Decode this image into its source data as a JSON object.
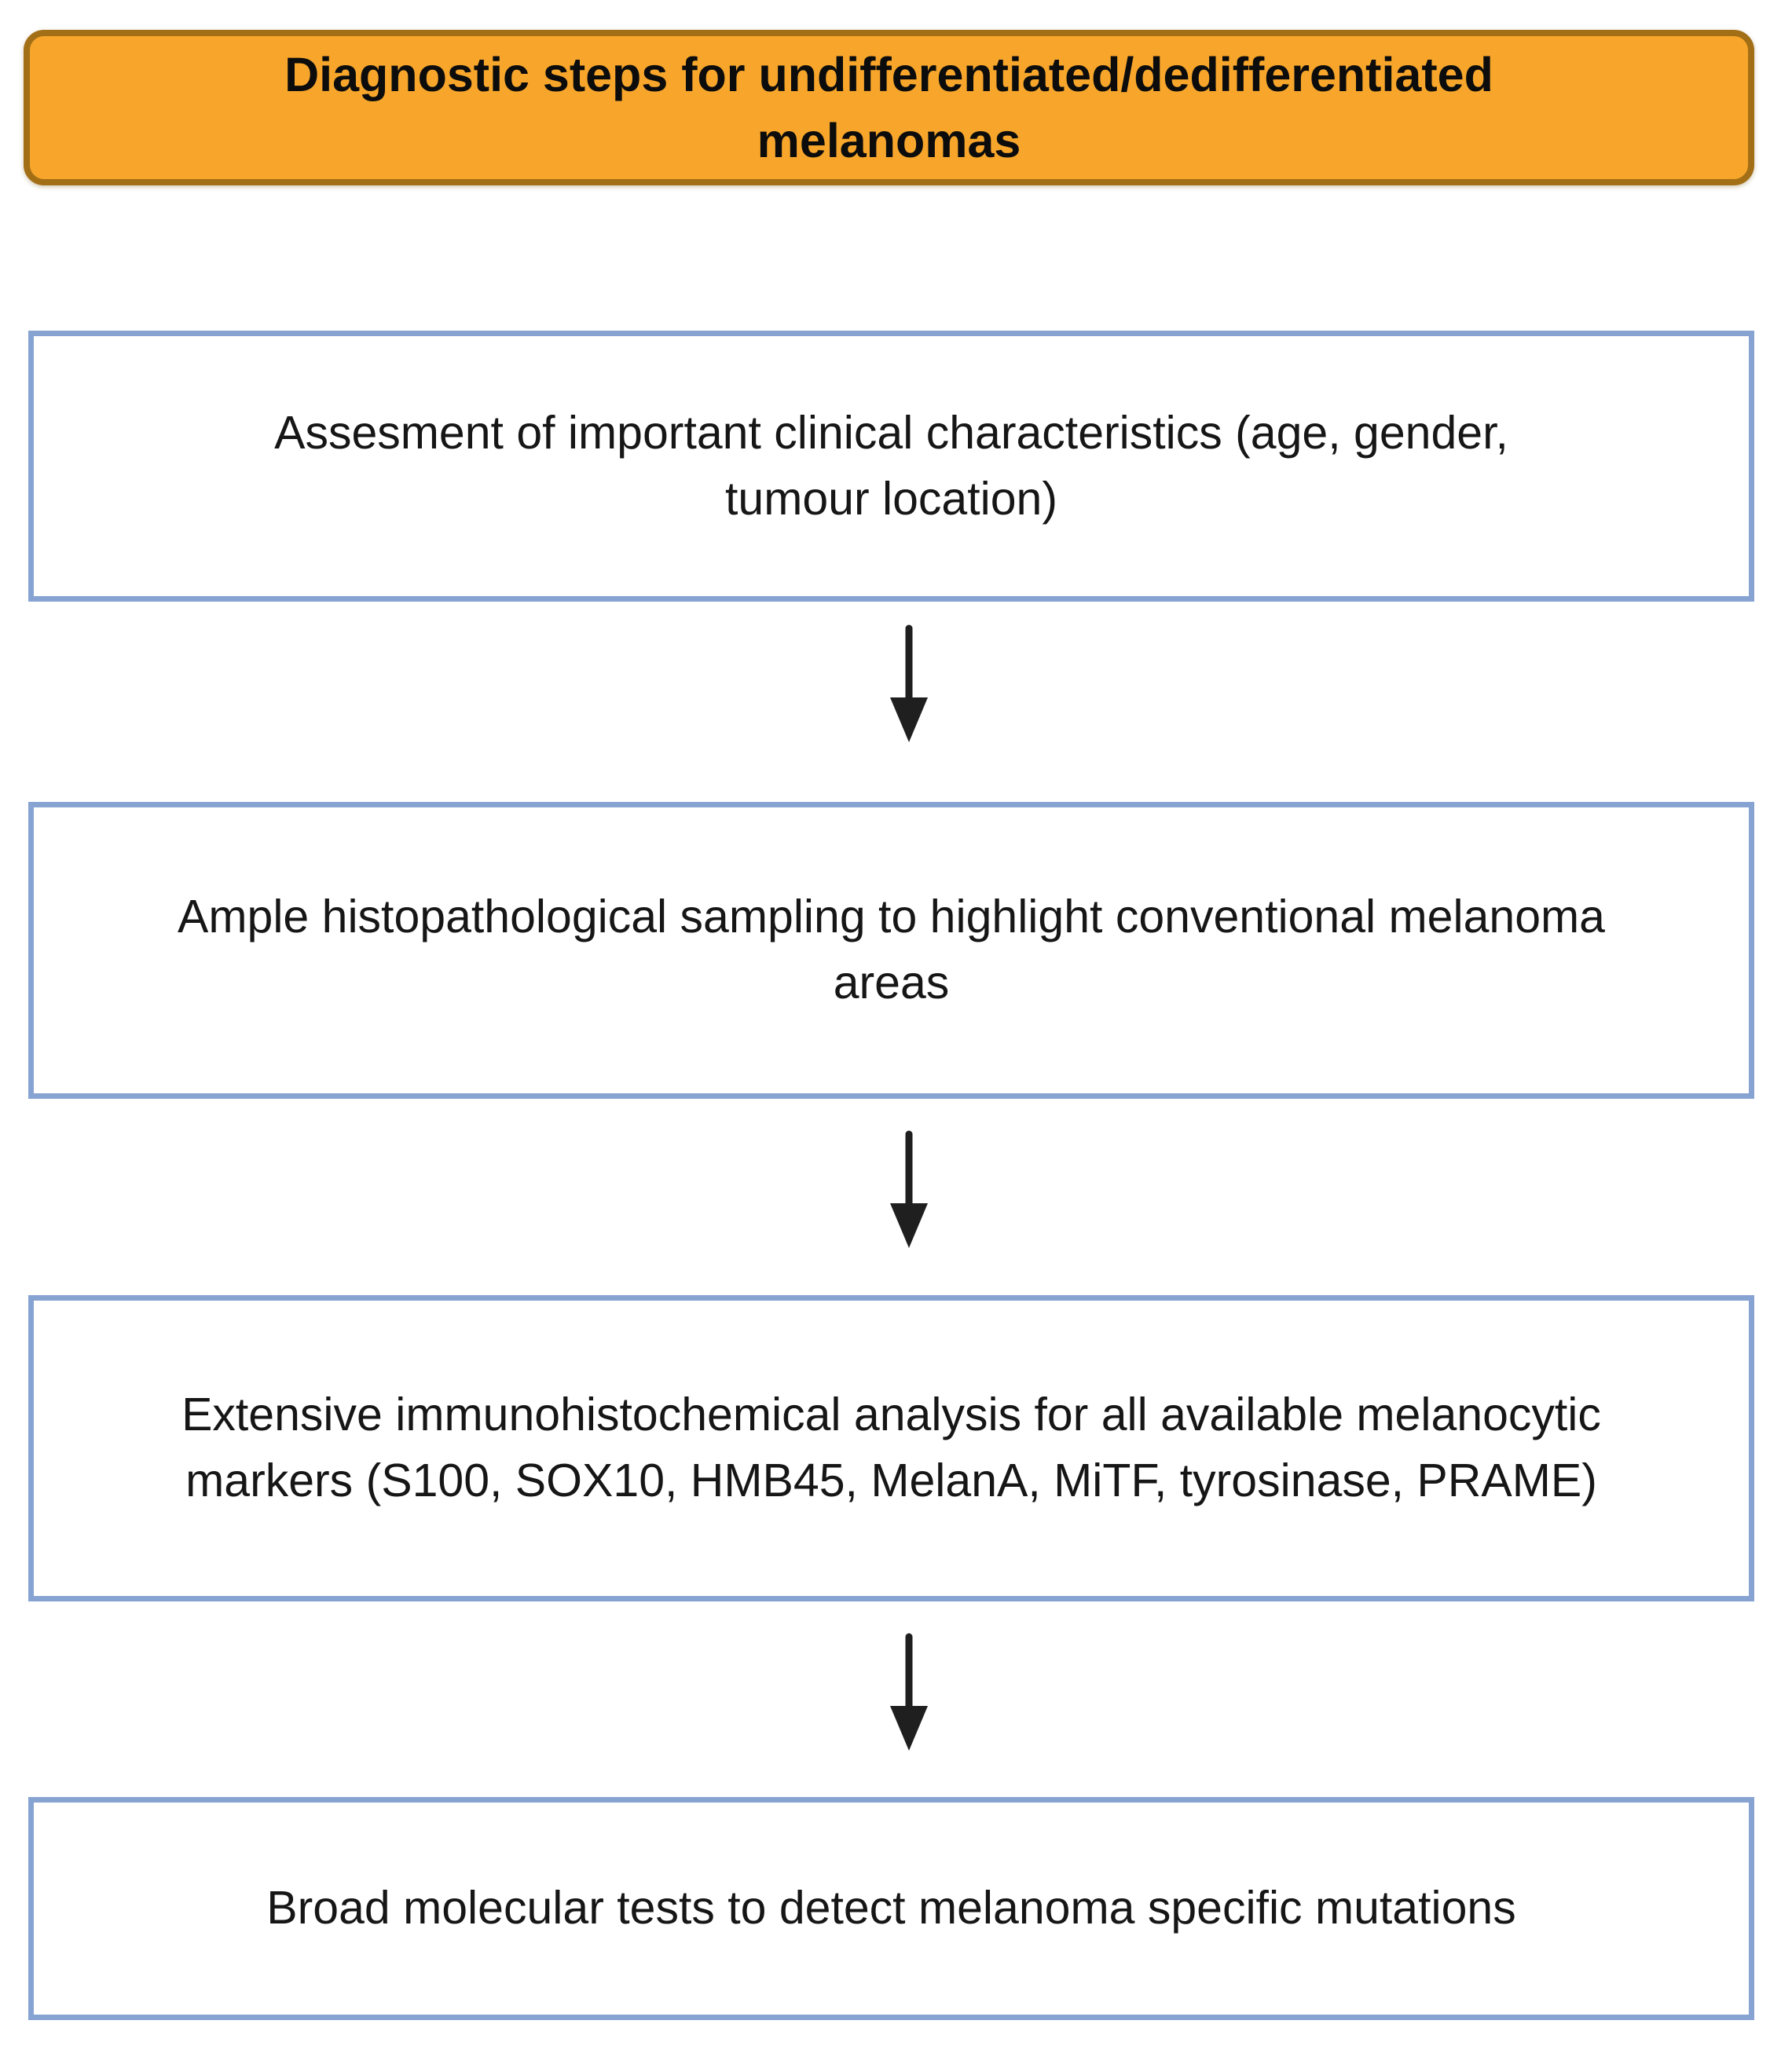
{
  "header": {
    "title": "Diagnostic steps for undifferentiated/dedifferentiated melanomas"
  },
  "steps": [
    {
      "label": "Assesment of important clinical characteristics (age, gender, tumour location)"
    },
    {
      "label": "Ample histopathological sampling to highlight conventional melanoma areas"
    },
    {
      "label": "Extensive immunohistochemical analysis for all available melanocytic markers (S100, SOX10, HMB45, MelanA, MiTF, tyrosinase, PRAME)"
    },
    {
      "label": "Broad molecular tests to detect melanoma specific mutations"
    }
  ],
  "colors": {
    "header_fill": "#F7A62B",
    "header_border": "#A36F16",
    "step_border": "#87A3D2",
    "arrow": "#1F1F1F",
    "text": "#111111",
    "background": "#FFFFFF"
  }
}
